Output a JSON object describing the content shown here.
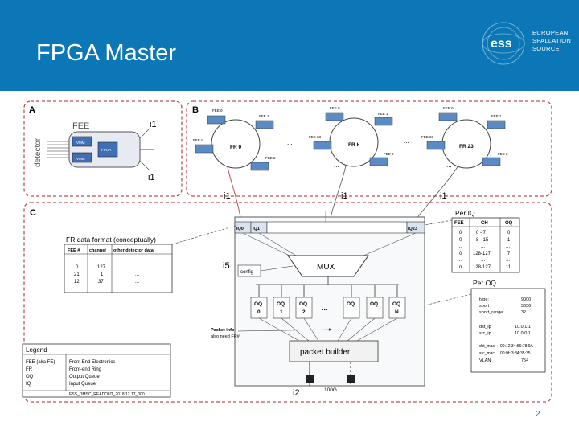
{
  "slide": {
    "title": "FPGA Master",
    "page_number": "2",
    "logo_lines": [
      "EUROPEAN",
      "SPALLATION",
      "SOURCE"
    ],
    "logo_mark": "ess"
  },
  "colors": {
    "header": "#0b77b6",
    "panel_border": "#c0504d",
    "ring_box": "#5b8bc5",
    "fee_box_fill": "#3f6fb5"
  },
  "panel_a": {
    "label": "A",
    "fee_label": "FEE",
    "detector_label": "detector",
    "chip_vmm1": "VMM",
    "chip_vmm2": "VMM",
    "chip_fpga": "FPGA",
    "i1_top": "i1",
    "i1_bottom": "i1"
  },
  "panel_b": {
    "label": "B",
    "rings": [
      {
        "name": "FR 0",
        "fees": [
          "FEE 0",
          "FEE 1",
          "FEE n",
          "FEE 2"
        ]
      },
      {
        "name": "FR k",
        "fees": [
          "FEE 0",
          "FEE 1",
          "FEE 23",
          "FEE 2"
        ]
      },
      {
        "name": "FR 23",
        "fees": [
          "FEE 0",
          "FEE 1",
          "FEE 23",
          "FEE 2"
        ]
      }
    ],
    "ellipsis": "..."
  },
  "panel_c": {
    "label": "C",
    "i1_labels": [
      "i1",
      "i1",
      "i1"
    ],
    "iq_labels": [
      "IQ0",
      "IQ1",
      "IQ23"
    ],
    "mux_label": "MUX",
    "config_label": "config",
    "i5_label": "i5",
    "oq_items": [
      {
        "top": "OQ",
        "bottom": "0"
      },
      {
        "top": "OQ",
        "bottom": "1"
      },
      {
        "top": "OQ",
        "bottom": "2"
      },
      {
        "top": "OQ",
        "bottom": "."
      },
      {
        "top": "OQ",
        "bottom": "."
      },
      {
        "top": "OQ",
        "bottom": "N"
      }
    ],
    "oq_ellipsis": "...",
    "packet_info_lines": [
      "Packet info",
      "also need FR#"
    ],
    "packet_builder_label": "packet builder",
    "i2_label": "i2",
    "link_label": "100G"
  },
  "fr_format": {
    "title": "FR data format (conceptually)",
    "headers": [
      "FEE #",
      "channel",
      "other detector data"
    ],
    "rows": [
      [
        "0",
        "127",
        "..."
      ],
      [
        "21",
        "1",
        "..."
      ],
      [
        "12",
        "37",
        "..."
      ]
    ]
  },
  "per_iq": {
    "title": "Per IQ",
    "headers": [
      "FEE",
      "CH",
      "OQ"
    ],
    "rows": [
      [
        "0",
        "0 - 7",
        "0"
      ],
      [
        "0",
        "8 - 15",
        "1"
      ],
      [
        "...",
        "...",
        "..."
      ],
      [
        "0",
        "128-127",
        "7"
      ],
      [
        "...",
        "...",
        "..."
      ],
      [
        "n",
        "128-127",
        "11"
      ]
    ]
  },
  "per_oq": {
    "title": "Per OQ",
    "rows": [
      [
        "type:",
        "9000"
      ],
      [
        "sport",
        "5656"
      ],
      [
        "sport_range",
        "32"
      ],
      [
        "dst_ip",
        "10.0.1.1"
      ],
      [
        "src_ip",
        "10.0.0.1"
      ],
      [
        "dst_mac",
        "00:12:34:56:78:9A"
      ],
      [
        "src_mac",
        "00:0f:f3:84:35:35"
      ],
      [
        "VLAN",
        "754"
      ]
    ]
  },
  "legend": {
    "title": "Legend",
    "rows": [
      [
        "FEE (aka FE)",
        "Front End Electronics"
      ],
      [
        "FR",
        "Front-end Ring"
      ],
      [
        "OQ",
        "Output Queue"
      ],
      [
        "IQ",
        "Input Queue"
      ]
    ],
    "footer": "ESS_DMSC_READOUT_2018.12.17_000"
  }
}
